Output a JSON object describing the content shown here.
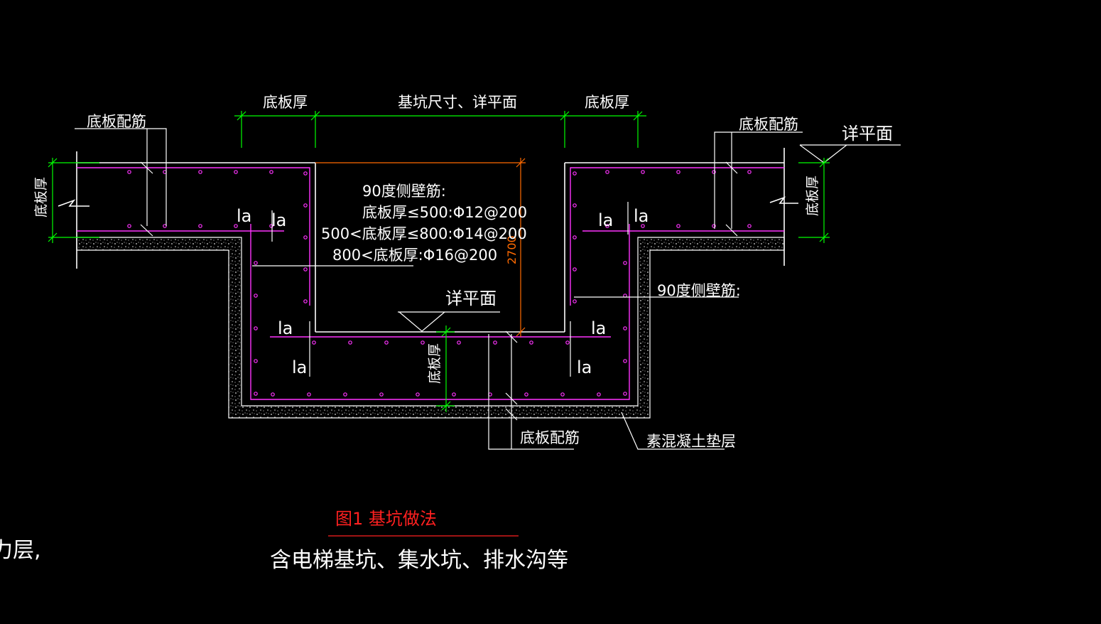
{
  "drawing": {
    "dims": {
      "slab_thk_top_left": "底板厚",
      "pit_size": "基坑尺寸、详平面",
      "slab_thk_top_right": "底板厚",
      "slab_thk_left_vertical": "底板厚",
      "slab_thk_right_vertical": "底板厚",
      "slab_thk_pit_bottom": "底板厚",
      "pit_depth": "2700"
    },
    "callouts": {
      "slab_rebar_left": "底板配筋",
      "slab_rebar_right": "底板配筋",
      "slab_rebar_bottom": "底板配筋",
      "see_plan_right": "详平面",
      "see_plan_center": "详平面",
      "side_wall_90_right": "90度侧壁筋:",
      "cushion_layer": "素混凝土垫层"
    },
    "notes": {
      "side_wall_90_title": "90度侧壁筋:",
      "rule_1": "底板厚≤500:Φ12@200",
      "rule_2": "500<底板厚≤800:Φ14@200",
      "rule_3": "800<底板厚:Φ16@200"
    },
    "anchorage_label": "la",
    "title": {
      "figure": "图1  基坑做法",
      "subtitle": "含电梯基坑、集水坑、排水沟等"
    },
    "partial_text_left": "力层,"
  },
  "colors": {
    "background": "#000000",
    "outline": "#ffffff",
    "rebar": "#ff33ff",
    "dimension": "#00ff00",
    "depth_dim": "#ff6a00",
    "title": "#ff2020",
    "hatch": "#ffffff"
  }
}
